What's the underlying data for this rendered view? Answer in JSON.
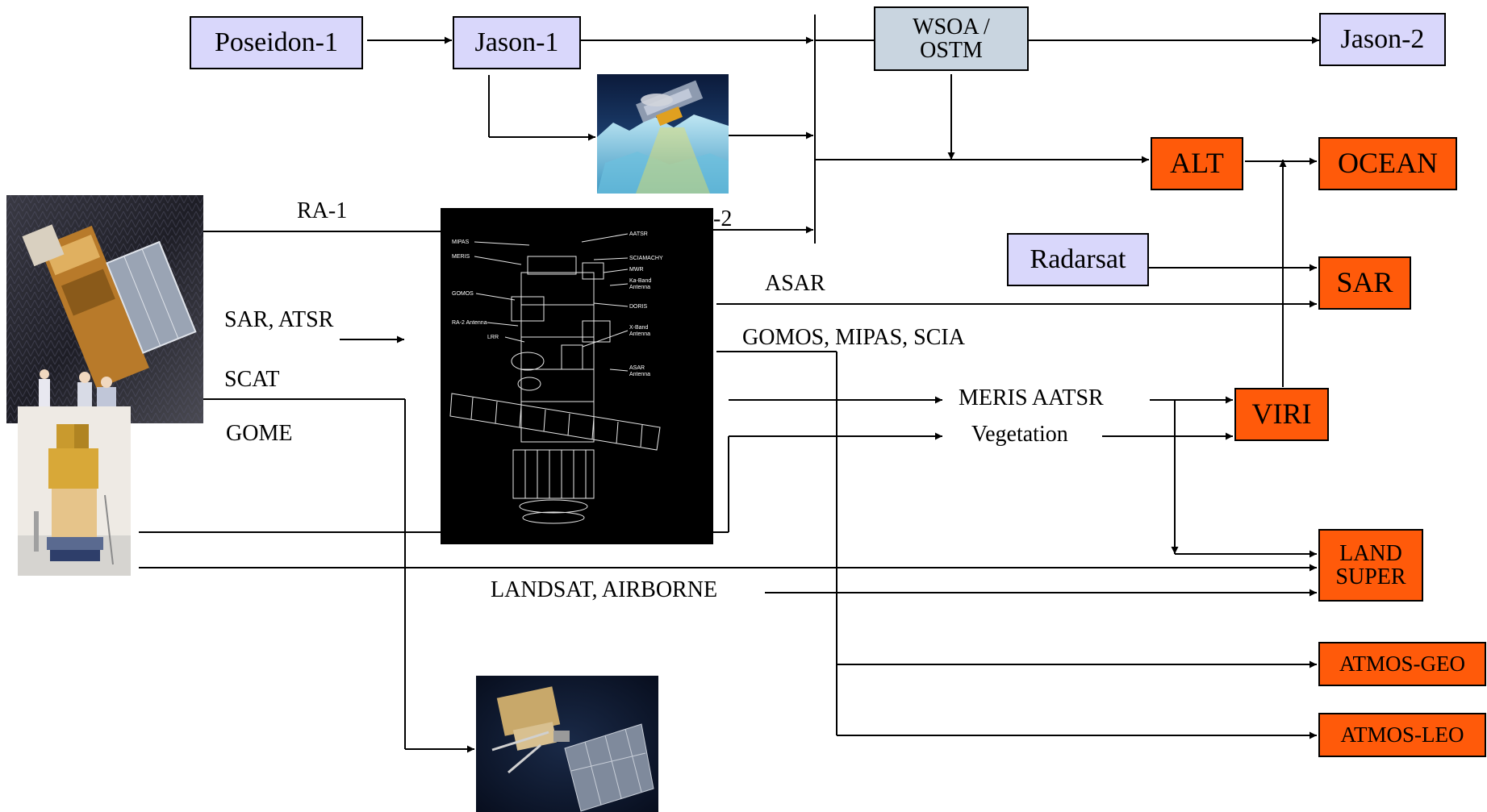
{
  "boxes": {
    "poseidon1": "Poseidon-1",
    "jason1": "Jason-1",
    "wsoa_line1": "WSOA /",
    "wsoa_line2": "OSTM",
    "jason2": "Jason-2",
    "alt": "ALT",
    "ocean": "OCEAN",
    "radarsat": "Radarsat",
    "sar": "SAR",
    "viri": "VIRI",
    "land_line1": "LAND",
    "land_line2": "SUPER",
    "atmos_geo": "ATMOS-GEO",
    "atmos_leo": "ATMOS-LEO"
  },
  "labels": {
    "ra1": "RA-1",
    "ra2_fragment": "-2",
    "sar_atsr": "SAR, ATSR",
    "scat": "SCAT",
    "gome": "GOME",
    "asar": "ASAR",
    "gomos_mipas_scia": "GOMOS, MIPAS, SCIA",
    "meris_aatsr": "MERIS AATSR",
    "vegetation": "Vegetation",
    "landsat_airborne": "LANDSAT, AIRBORNE"
  },
  "envisat_instruments": {
    "mipas": "MIPAS",
    "meris": "MERIS",
    "gomos": "GOMOS",
    "ra2_antenna": "RA-2 Antenna",
    "lrr": "LRR",
    "aatsr": "AATSR",
    "sciamachy": "SCIAMACHY",
    "mwr": "MWR",
    "ka_band_1": "Ka-Band",
    "ka_band_2": "Antenna",
    "doris": "DORIS",
    "x_band_1": "X-Band",
    "x_band_2": "Antenna",
    "asar_ant_1": "ASAR",
    "asar_ant_2": "Antenna"
  },
  "colors": {
    "mission_box": "#d9d7fb",
    "future_box": "#c9d5e0",
    "product_box": "#ff5a0a"
  }
}
